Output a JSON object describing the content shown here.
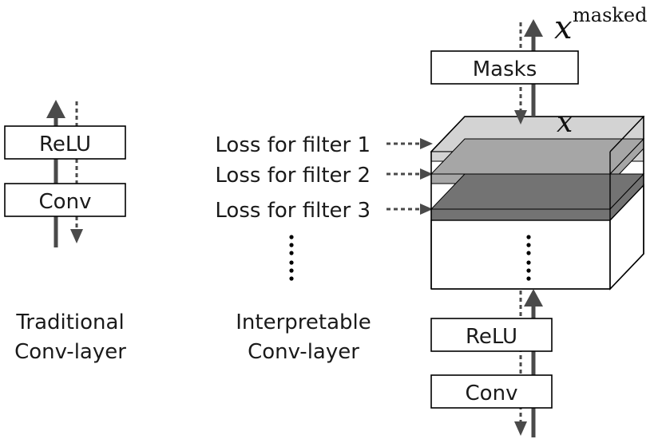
{
  "traditional": {
    "relu_label": "ReLU",
    "conv_label": "Conv",
    "caption_line1": "Traditional",
    "caption_line2": "Conv-layer"
  },
  "interpretable": {
    "loss_labels": [
      "Loss for filter 1",
      "Loss for filter 2",
      "Loss for filter 3"
    ],
    "caption_line1": "Interpretable",
    "caption_line2": "Conv-layer",
    "masks_label": "Masks",
    "relu_label": "ReLU",
    "conv_label": "Conv",
    "x_symbol": "x",
    "x_masked_base": "x",
    "x_masked_sup": "masked",
    "colors": {
      "filter1": "#d3d3d3",
      "filter2": "#a6a6a6",
      "filter3": "#737373",
      "arrow": "#4a4a4a"
    }
  }
}
